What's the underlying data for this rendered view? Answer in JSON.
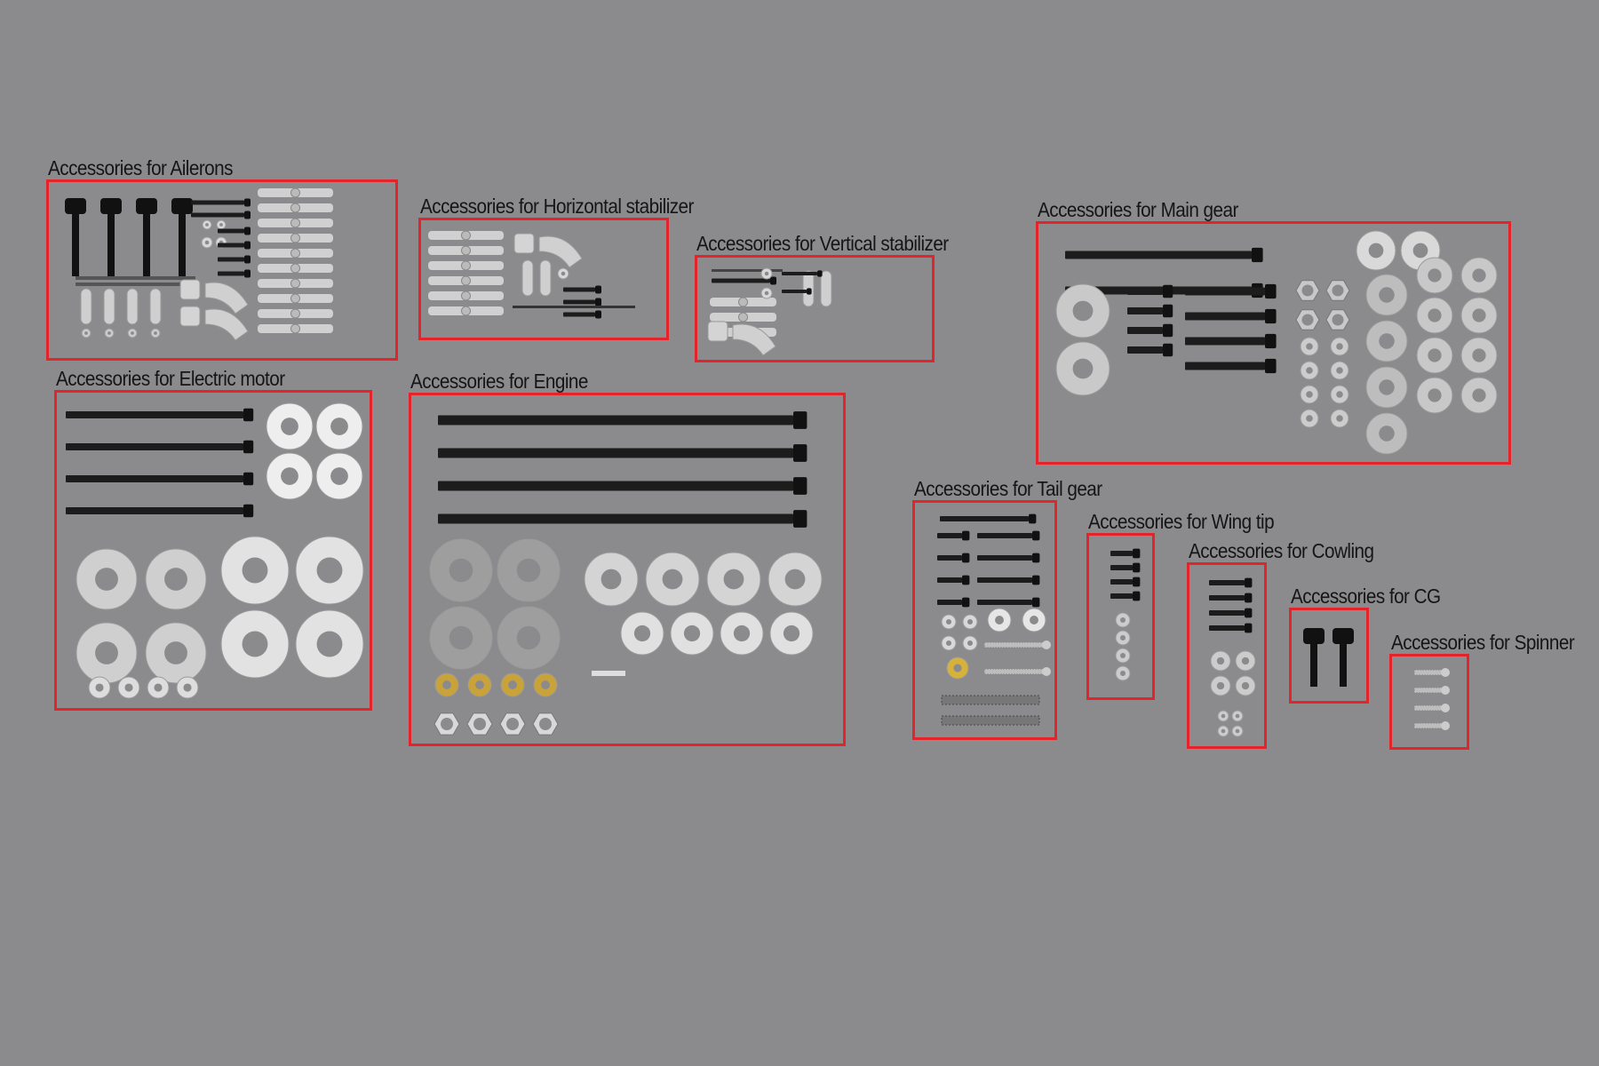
{
  "groups": [
    {
      "id": "ailerons",
      "label": "Accessories for Ailerons"
    },
    {
      "id": "horizontal-stabilizer",
      "label": "Accessories for Horizontal stabilizer"
    },
    {
      "id": "vertical-stabilizer",
      "label": "Accessories for Vertical stabilizer"
    },
    {
      "id": "main-gear",
      "label": "Accessories for Main gear"
    },
    {
      "id": "electric-motor",
      "label": "Accessories for Electric motor"
    },
    {
      "id": "engine",
      "label": "Accessories for Engine"
    },
    {
      "id": "tail-gear",
      "label": "Accessories for Tail gear"
    },
    {
      "id": "wing-tip",
      "label": "Accessories for Wing tip"
    },
    {
      "id": "cowling",
      "label": "Accessories for Cowling"
    },
    {
      "id": "cg",
      "label": "Accessories for CG"
    },
    {
      "id": "spinner",
      "label": "Accessories for Spinner"
    }
  ],
  "colors": {
    "background": "#8b8b8d",
    "box_border": "#e3242b",
    "label": "#151515"
  }
}
